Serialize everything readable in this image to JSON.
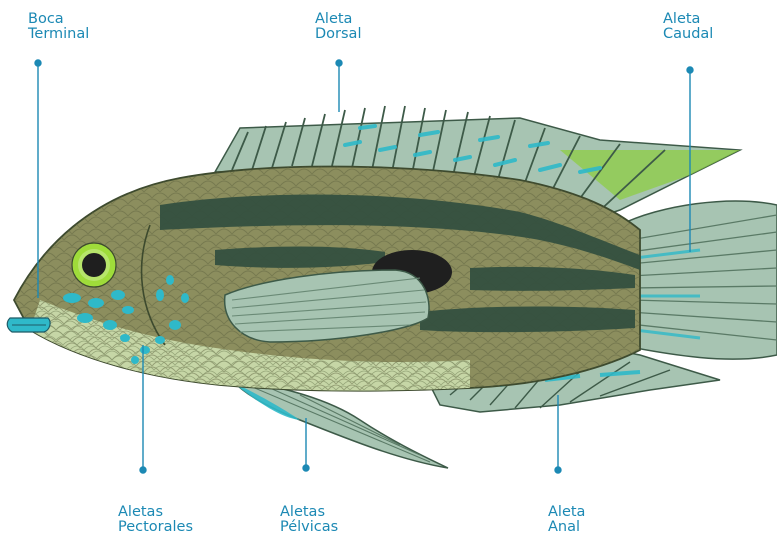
{
  "colors": {
    "label": "#1c89b4",
    "leader": "#1c89b4",
    "body": "#8c8e5e",
    "stripe": "#34503f",
    "fin": "#a7c4b2",
    "fin_highlight": "#2fb9c9",
    "dorsal_tip": "#8ccf3c",
    "belly": "#c6d6a6",
    "eye_ring": "#9fdc3a",
    "spot": "#1f1f1f"
  },
  "labels": {
    "boca": {
      "line1": "Boca",
      "line2": "Terminal"
    },
    "dorsal": {
      "line1": "Aleta",
      "line2": "Dorsal"
    },
    "caudal": {
      "line1": "Aleta",
      "line2": "Caudal"
    },
    "pectorales": {
      "line1": "Aletas",
      "line2": "Pectorales"
    },
    "pelvicas": {
      "line1": "Aletas",
      "line2": "Pélvicas"
    },
    "anal": {
      "line1": "Aleta",
      "line2": "Anal"
    }
  }
}
